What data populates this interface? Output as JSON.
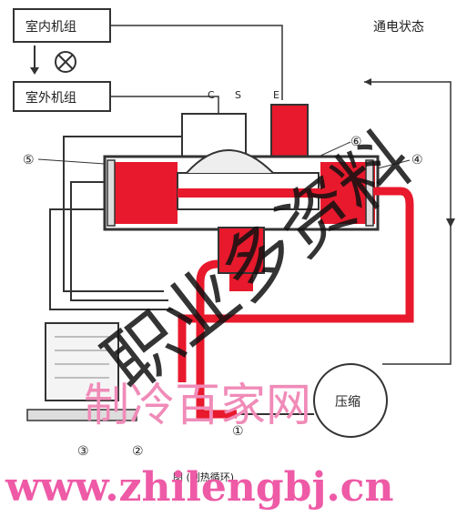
{
  "labels": {
    "indoor_unit": "室内机组",
    "outdoor_unit": "室外机组",
    "state": "通电状态",
    "compressor": "压缩",
    "marker_C": "C",
    "marker_S": "S",
    "marker_E": "E"
  },
  "callouts": [
    "⑤",
    "⑥",
    "④",
    "①",
    "②",
    "③"
  ],
  "caption": "图   (制热循环)",
  "watermark": {
    "cn": "制冷百家网",
    "url": "www.zhilengbj.cn",
    "overlay": "职业多资料"
  },
  "colors": {
    "refrigerant": "#e8192c",
    "line": "#2b2b2b",
    "watermark_pink": "#ee5aa6"
  }
}
